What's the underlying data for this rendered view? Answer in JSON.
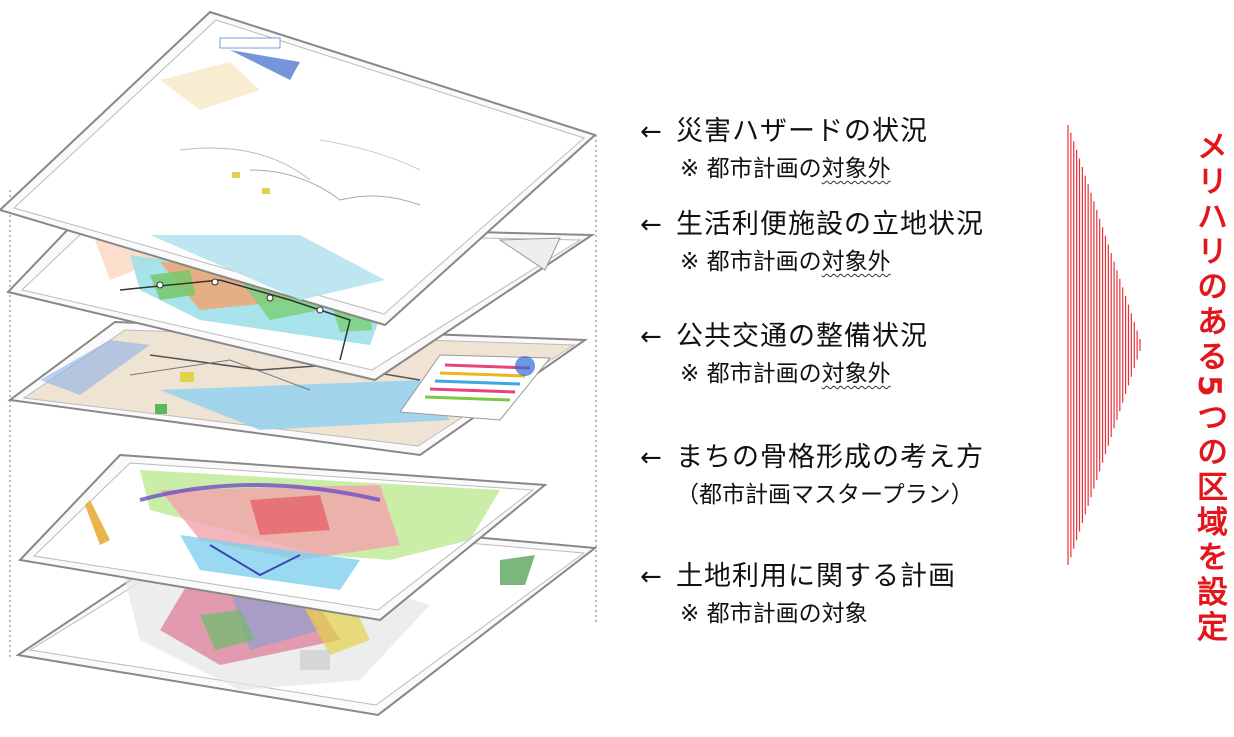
{
  "items": [
    {
      "label": "災害ハザードの状況",
      "note_prefix": "※ 都市計画の",
      "note_emph": "対象外"
    },
    {
      "label": "生活利便施設の立地状況",
      "note_prefix": "※ 都市計画の",
      "note_emph": "対象外"
    },
    {
      "label": "公共交通の整備状況",
      "note_prefix": "※ 都市計画の",
      "note_emph": "対象外"
    },
    {
      "label": "まちの骨格形成の考え方",
      "note_prefix": "（都市計画マスタープラン）",
      "note_emph": ""
    },
    {
      "label": "土地利用に関する計画",
      "note_prefix": "※ 都市計画の対象",
      "note_emph": ""
    }
  ],
  "arrow_glyph": "←",
  "side_title": "メリハリのある5つの区域を設定",
  "colors": {
    "accent": "#e4151b",
    "wedge": "#e8323a"
  }
}
